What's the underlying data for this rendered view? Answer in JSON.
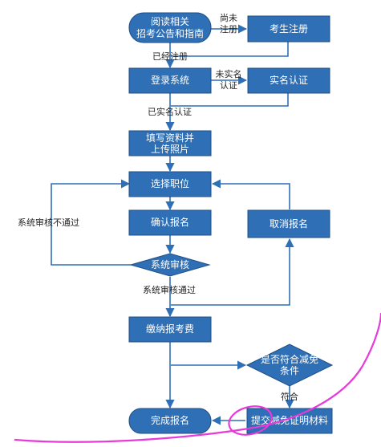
{
  "nodes": {
    "read_notice_line1": "阅读相关",
    "read_notice_line2": "招考公告和指南",
    "register": "考生注册",
    "login": "登录系统",
    "realname_auth": "实名认证",
    "fill_info_line1": "填写资料并",
    "fill_info_line2": "上传照片",
    "select_position": "选择职位",
    "confirm_signup": "确认报名",
    "cancel_signup": "取消报名",
    "system_review": "系统审核",
    "pay_fee": "缴纳报考费",
    "reduction_check_line1": "是否符合减免",
    "reduction_check_line2": "条件",
    "complete_signup": "完成报名",
    "submit_proof": "提交减免证明材料"
  },
  "labels": {
    "not_registered_line1": "尚未",
    "not_registered_line2": "注册",
    "registered": "已经注册",
    "not_realname_line1": "未实名",
    "not_realname_line2": "认证",
    "realname_done": "已实名认证",
    "review_failed": "系统审核不通过",
    "review_passed": "系统审核通过",
    "eligible": "符合"
  },
  "colors": {
    "node_fill": "#2f6fb5",
    "edge": "#2f6fb5",
    "annotation_scribble": "#e63bd8"
  }
}
